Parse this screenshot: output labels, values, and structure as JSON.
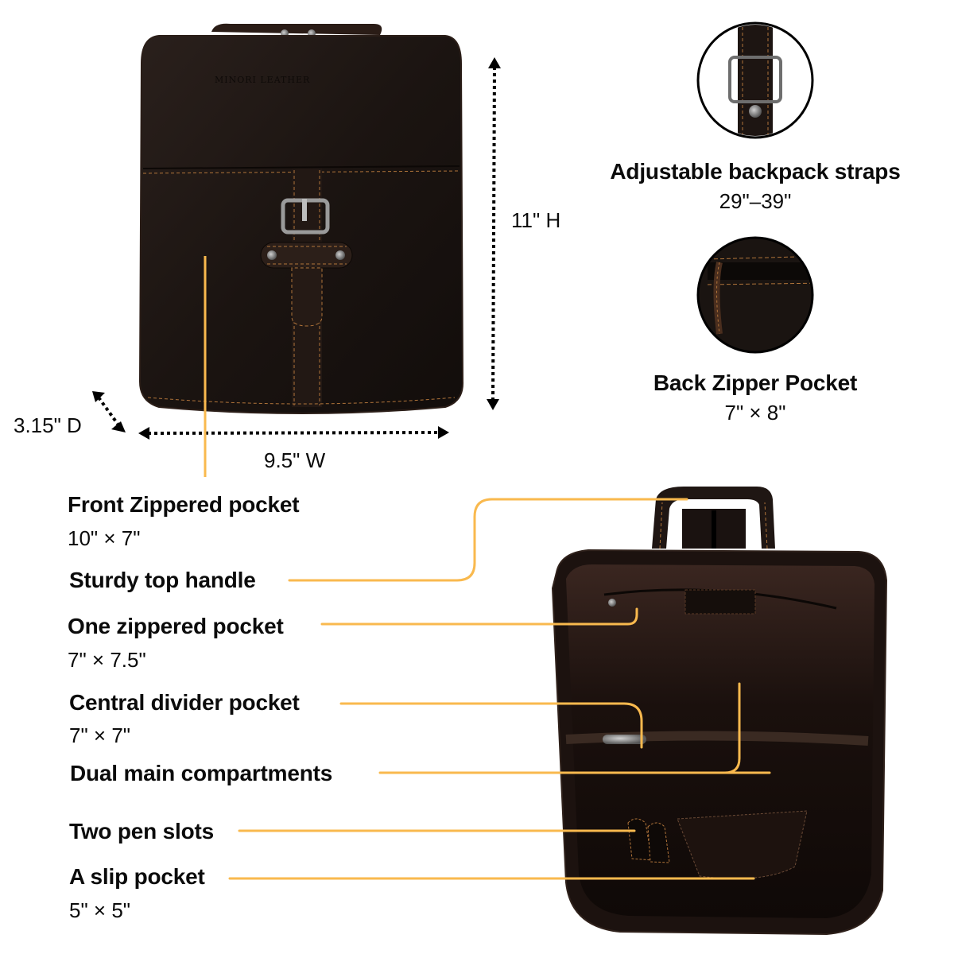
{
  "colors": {
    "background": "#ffffff",
    "text": "#0b0b0b",
    "connector": "#F9B94E",
    "leather": "#1c1512",
    "leather_highlight": "#2b201b",
    "stitching": "#b0743a",
    "lining": "#2a1a15",
    "metal": "#8a8a8a"
  },
  "front_view": {
    "brand_emboss": "MINORI LEATHER",
    "dimensions": {
      "height": "11\" H",
      "width": "9.5\" W",
      "depth": "3.15\" D"
    }
  },
  "detail_callouts": [
    {
      "icon": "strap-buckle-detail",
      "title": "Adjustable backpack straps",
      "value": "29\"–39\""
    },
    {
      "icon": "back-zipper-detail",
      "title": "Back Zipper Pocket",
      "value": "7\" × 8\""
    }
  ],
  "features": [
    {
      "title": "Front Zippered pocket",
      "value": "10\" × 7\""
    },
    {
      "title": "Sturdy top handle",
      "value": ""
    },
    {
      "title": "One zippered pocket",
      "value": "7\" × 7.5\""
    },
    {
      "title": "Central divider pocket",
      "value": "7\" × 7\""
    },
    {
      "title": "Dual main compartments",
      "value": ""
    },
    {
      "title": "Two pen slots",
      "value": ""
    },
    {
      "title": "A slip pocket",
      "value": "5\" × 5\""
    }
  ]
}
